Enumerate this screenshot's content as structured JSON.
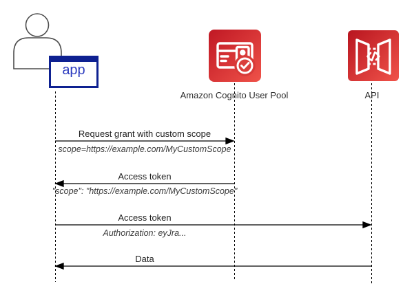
{
  "diagram_type": "sequence-diagram",
  "participants": [
    {
      "name": "app",
      "icon": "person-icon",
      "kind": "actor-with-object-box"
    },
    {
      "name": "Amazon Cognito User Pool",
      "icon": "cognito-user-pool-icon",
      "kind": "aws-service"
    },
    {
      "name": "API",
      "icon": "api-gateway-icon",
      "kind": "aws-service"
    }
  ],
  "messages": [
    {
      "label": "Request grant with custom scope",
      "detail": "scope=https://example.com/MyCustomScope",
      "from": "app",
      "to": "Amazon Cognito User Pool",
      "direction": "right"
    },
    {
      "label": "Access token",
      "detail": "\"scope\": \"https://example.com/MyCustomScope\"",
      "from": "Amazon Cognito User Pool",
      "to": "app",
      "direction": "left"
    },
    {
      "label": "Access token",
      "detail": "Authorization: eyJra...",
      "from": "app",
      "to": "API",
      "direction": "right"
    },
    {
      "label": "Data",
      "detail": "",
      "from": "API",
      "to": "app",
      "direction": "left"
    }
  ],
  "colors": {
    "app_box_border": "#0e2191",
    "app_text": "#2b3bbf",
    "aws_red_dark": "#c01824",
    "aws_red_light": "#ef5249",
    "line": "#000000",
    "person_outline": "#4d4d4d"
  }
}
